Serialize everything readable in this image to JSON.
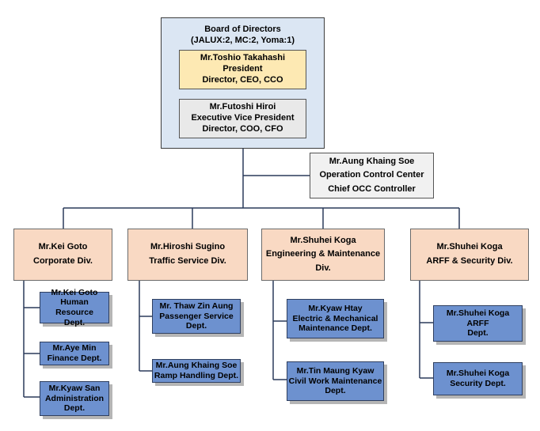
{
  "board": {
    "title": "Board of Directors",
    "composition": "(JALUX:2, MC:2, Yoma:1)",
    "president": {
      "name": "Mr.Toshio Takahashi",
      "title": "President",
      "roles": "Director, CEO, CCO"
    },
    "evp": {
      "name": "Mr.Futoshi Hiroi",
      "title": "Executive Vice President",
      "roles": "Director, COO, CFO"
    }
  },
  "occ": {
    "name": "Mr.Aung Khaing Soe",
    "unit": "Operation Control Center",
    "title": "Chief OCC Controller"
  },
  "divisions": [
    {
      "head": "Mr.Kei Goto",
      "lines": [
        "Corporate Div."
      ],
      "depts": [
        [
          "Mr.Kei Goto",
          "Human Resource",
          "Dept."
        ],
        [
          "Mr.Aye Min",
          "Finance Dept."
        ],
        [
          "Mr.Kyaw San",
          "Administration",
          "Dept."
        ]
      ]
    },
    {
      "head": "Mr.Hiroshi Sugino",
      "lines": [
        "Traffic Service Div."
      ],
      "depts": [
        [
          "Mr. Thaw Zin Aung",
          "Passenger Service",
          "Dept."
        ],
        [
          "Mr.Aung Khaing Soe",
          "Ramp Handling Dept."
        ]
      ]
    },
    {
      "head": "Mr.Shuhei Koga",
      "lines": [
        "Engineering & Maintenance",
        "Div."
      ],
      "depts": [
        [
          "Mr.Kyaw Htay",
          "Electric & Mechanical",
          "Maintenance Dept."
        ],
        [
          "Mr.Tin Maung Kyaw",
          "Civil Work Maintenance",
          "Dept."
        ]
      ]
    },
    {
      "head": "Mr.Shuhei Koga",
      "lines": [
        "ARFF & Security Div."
      ],
      "depts": [
        [
          "Mr.Shuhei Koga",
          "ARFF",
          "Dept."
        ],
        [
          "Mr.Shuhei Koga",
          "Security Dept."
        ]
      ]
    }
  ]
}
